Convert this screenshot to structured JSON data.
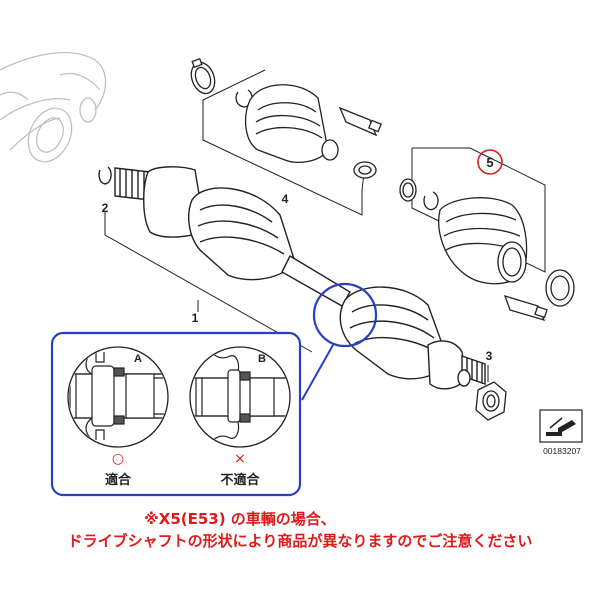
{
  "callouts": {
    "part1": "1",
    "part2": "2",
    "part3": "3",
    "part4": "4",
    "part5": "5"
  },
  "inset": {
    "panel_a_letter": "A",
    "panel_b_letter": "B",
    "ok_mark": "○",
    "ok_text": "適合",
    "ng_mark": "×",
    "ng_text": "不適合"
  },
  "diagram_code": "00183207",
  "notes": {
    "line1": "※X5(E53) の車輌の場合、",
    "line2": "ドライブシャフトの形状により商品が異なりますのでご注意ください"
  },
  "colors": {
    "line": "#222222",
    "inset_border": "#2a3fc4",
    "highlight_circle": "#2a3fc4",
    "part5_circle": "#d11f1f",
    "note_text": "#e01a1a",
    "ok_mark": "#e01a1a",
    "ng_mark": "#e01a1a"
  }
}
